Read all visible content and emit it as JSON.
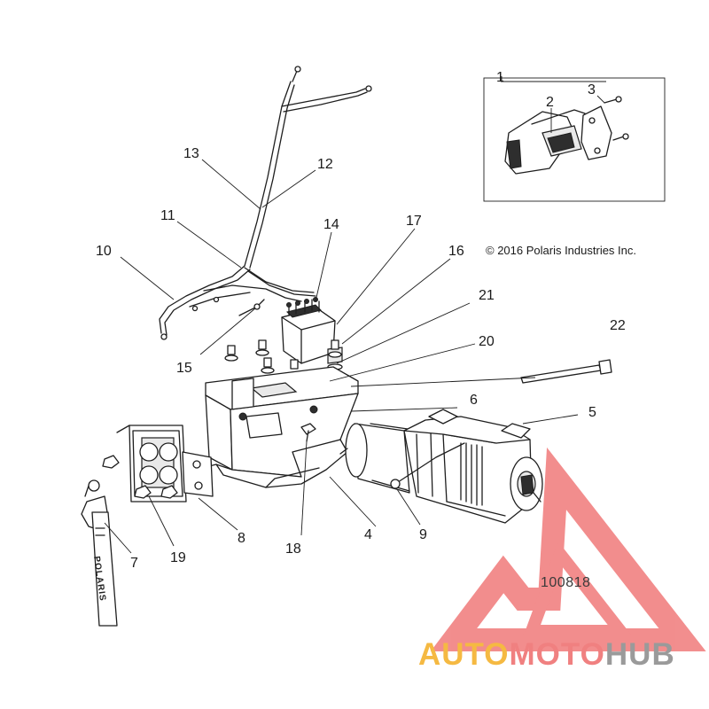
{
  "copyright": "© 2016 Polaris Industries Inc.",
  "figure_number": "100818",
  "strap_text": "POLARIS",
  "watermark": {
    "brand_parts": [
      "AUTO",
      "MOTO",
      "HUB"
    ],
    "colors": {
      "auto": "#f5b942",
      "moto": "#f08080",
      "hub": "#9a9a9a",
      "triangle": "#f07a7a"
    }
  },
  "callouts": [
    "1",
    "2",
    "3",
    "4",
    "5",
    "6",
    "7",
    "8",
    "9",
    "10",
    "11",
    "12",
    "13",
    "14",
    "15",
    "16",
    "17",
    "18",
    "19",
    "20",
    "21",
    "22"
  ]
}
